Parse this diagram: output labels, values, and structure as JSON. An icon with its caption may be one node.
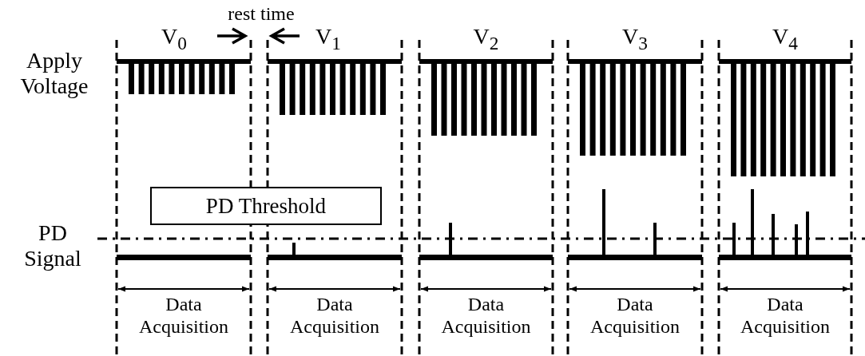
{
  "diagram": {
    "nodes": [
      {
        "text": [
          "PD Threshold"
        ]
      }
    ],
    "labels": [
      "rest time",
      "V$_{0}$",
      "V$_{1}$",
      "V$_{2}$",
      "V$_{3}$",
      "V$_{4}$",
      "Apply Voltage",
      "PD Signal",
      "Data Acquisition",
      "Data Acquisition",
      "Data Acquisition",
      "Data Acquisition",
      "Data Acquisition"
    ]
  }
}
